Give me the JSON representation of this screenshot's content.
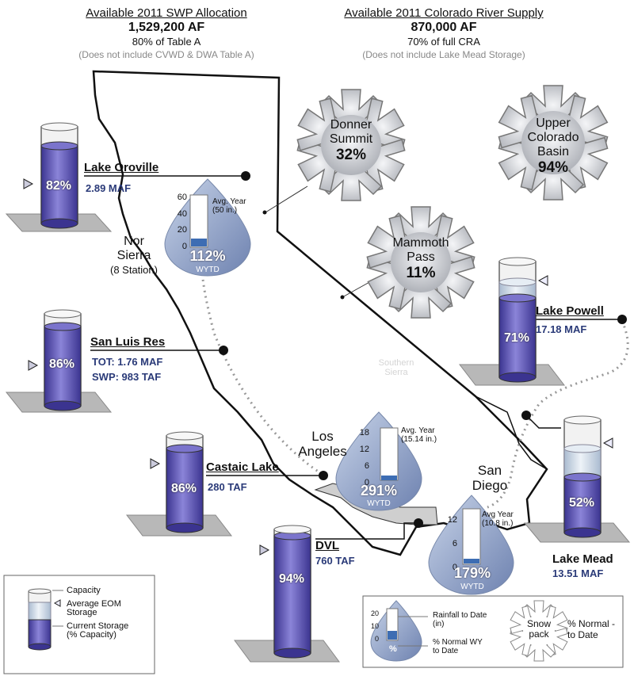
{
  "swp": {
    "title": "Available 2011 SWP Allocation",
    "amount": "1,529,200 AF",
    "pct": "80% of Table A",
    "note": "(Does not include CVWD & DWA Table A)"
  },
  "colorado": {
    "title": "Available 2011 Colorado River Supply",
    "amount": "870,000 AF",
    "pct": "70% of full CRA",
    "note": "(Does not include Lake Mead Storage)"
  },
  "reservoirs": {
    "oroville": {
      "name": "Lake Oroville",
      "capacity": "2.89 MAF",
      "pct": "82%",
      "fill": 0.82
    },
    "sanluis": {
      "name": "San Luis Res",
      "tot": "TOT:  1.76 MAF",
      "swp": "SWP: 983 TAF",
      "pct": "86%",
      "fill": 0.86
    },
    "castaic": {
      "name": "Castaic Lake",
      "capacity": "280 TAF",
      "pct": "86%",
      "fill": 0.86
    },
    "dvl": {
      "name": "DVL",
      "capacity": "760 TAF",
      "pct": "94%",
      "fill": 0.94
    },
    "powell": {
      "name": "Lake Powell",
      "capacity": "17.18 MAF",
      "pct": "71%",
      "fill": 0.71
    },
    "mead": {
      "name": "Lake Mead",
      "capacity": "13.51 MAF",
      "pct": "52%",
      "fill": 0.52
    }
  },
  "snowpack": {
    "donner": {
      "name1": "Donner",
      "name2": "Summit",
      "pct": "32%"
    },
    "upper": {
      "name1": "Upper",
      "name2": "Colorado",
      "name3": "Basin",
      "pct": "94%"
    },
    "mammoth": {
      "name1": "Mammoth",
      "name2": "Pass",
      "pct": "11%"
    }
  },
  "rainfall": {
    "norsierra": {
      "label1": "Nor",
      "label2": "Sierra",
      "label3": "(8 Station)",
      "pct": "112%",
      "wytd": "WYTD",
      "ticks": [
        "60",
        "40",
        "20",
        "0"
      ],
      "avg1": "Avg. Year",
      "avg2": "(50 in.)"
    },
    "la": {
      "label1": "Los",
      "label2": "Angeles",
      "pct": "291%",
      "wytd": "WYTD",
      "ticks": [
        "18",
        "12",
        "6",
        "0"
      ],
      "avg1": "Avg. Year",
      "avg2": "(15.14 in.)"
    },
    "sd": {
      "label1": "San",
      "label2": "Diego",
      "pct": "179%",
      "wytd": "WYTD",
      "ticks": [
        "12",
        "6",
        "0"
      ],
      "avg1": "Avg Year",
      "avg2": "(10.8 in.)"
    }
  },
  "map": {
    "southern_sierra1": "Southern",
    "southern_sierra2": "Sierra"
  },
  "legend_storage": {
    "capacity": "Capacity",
    "avg1": "Average EOM",
    "avg2": "Storage",
    "cur1": "Current Storage",
    "cur2": "(% Capacity)"
  },
  "legend_rain": {
    "ticks": [
      "20",
      "10",
      "0"
    ],
    "r1": "Rainfall to Date",
    "r2": "(in)",
    "p1": "% Normal WY",
    "p2": "to Date",
    "pctsym": "%",
    "snow1": "Snow",
    "snow2": "pack",
    "n1": "% Normal -",
    "n2": "to Date"
  },
  "colors": {
    "water": "#6a60b8",
    "avg": "#cfd9e8",
    "drop": "#8fa3c8",
    "flake": "#c9cbd0",
    "bg_land": "#d0d0d0"
  }
}
